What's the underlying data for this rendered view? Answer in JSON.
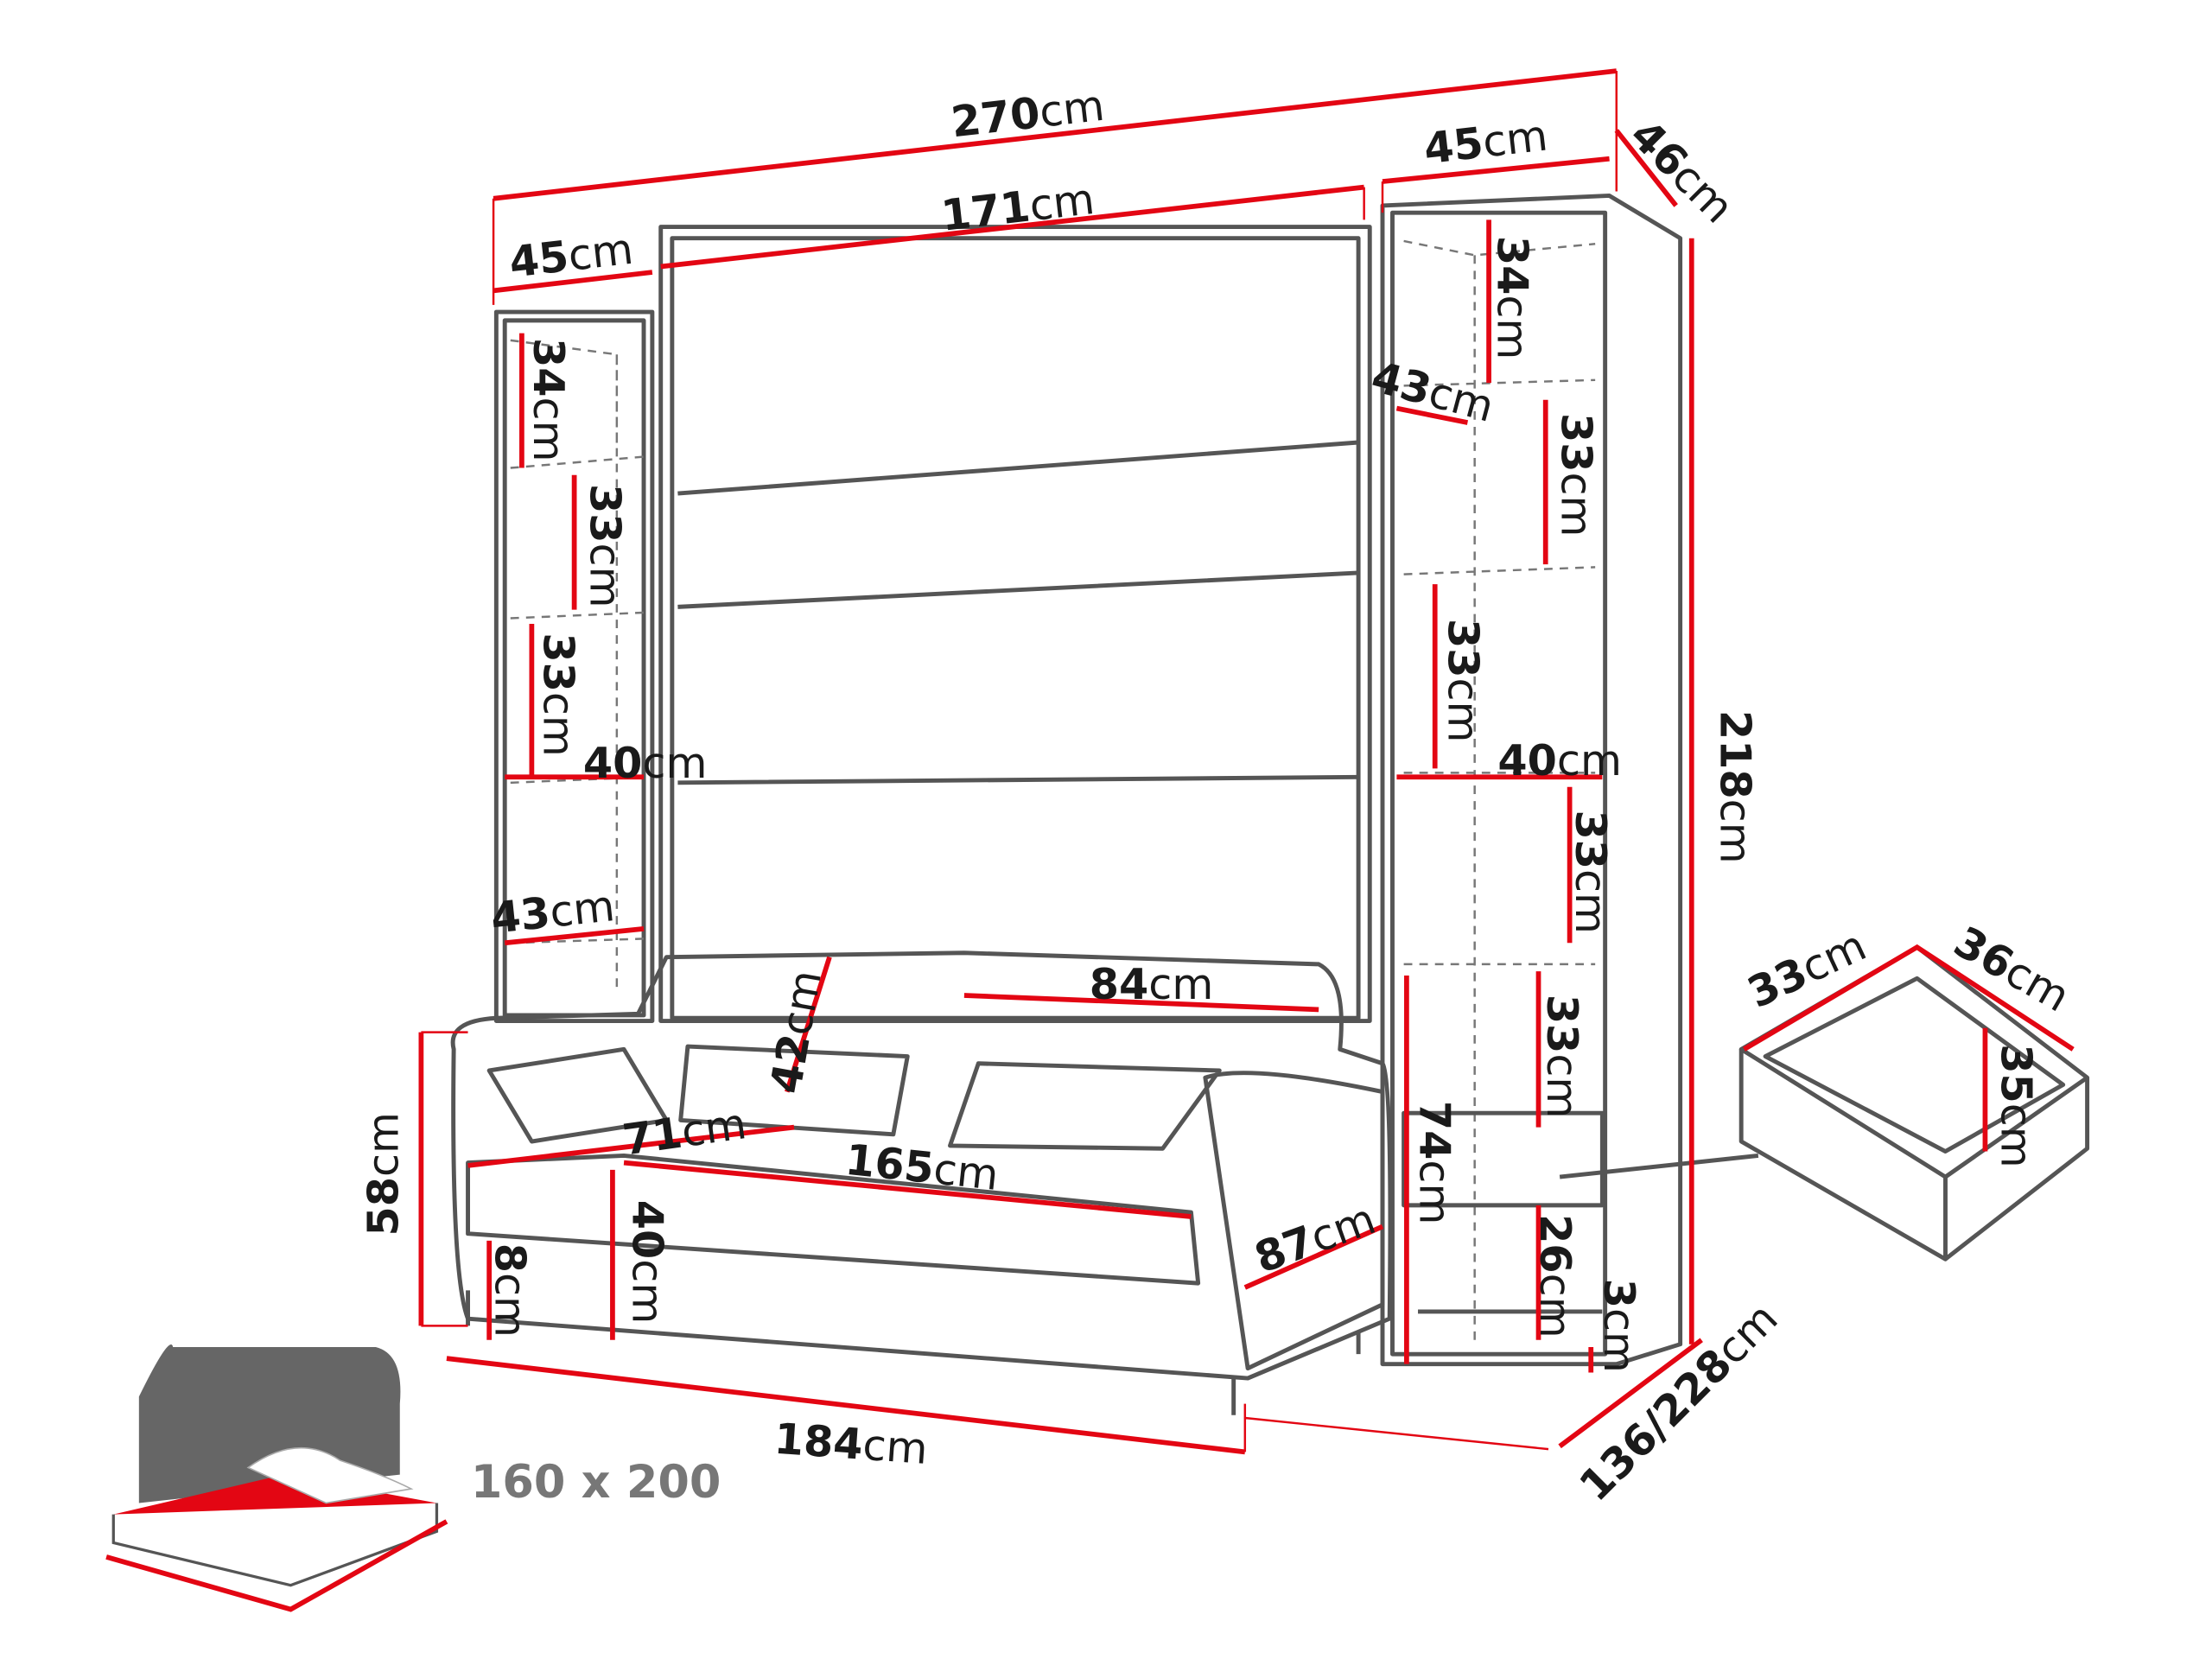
{
  "unit": "cm",
  "colors": {
    "dimension": "#e30613",
    "outline": "#555555",
    "mattress": "#e30613"
  },
  "labels": {
    "total_width": "270",
    "left_cabinet_width": "45",
    "bed_width": "171",
    "right_cabinet_width": "45",
    "depth": "46",
    "left_shelf_1": "34",
    "left_shelf_2": "33",
    "left_shelf_3": "33",
    "left_inner_width": "40",
    "left_inner_depth": "43",
    "right_shelf_1": "34",
    "right_inner_depth": "43",
    "right_shelf_2": "33",
    "right_shelf_3": "33",
    "right_inner_width": "40",
    "right_shelf_4": "33",
    "right_shelf_5": "33",
    "right_lower_height": "74",
    "right_bottom_shelf": "26",
    "plinth": "3",
    "total_height": "218",
    "sofa_back_height": "42",
    "sofa_cushion_width": "84",
    "sofa_seat_depth": "71",
    "sofa_seat_width": "165",
    "sofa_height": "58",
    "sofa_leg_height": "8",
    "sofa_seat_height": "40",
    "sofa_depth": "87",
    "sofa_width": "184",
    "open_depth": "136/228",
    "drawer_width": "33",
    "drawer_depth": "36",
    "drawer_height": "35"
  },
  "mattress_size": "160 x 200"
}
